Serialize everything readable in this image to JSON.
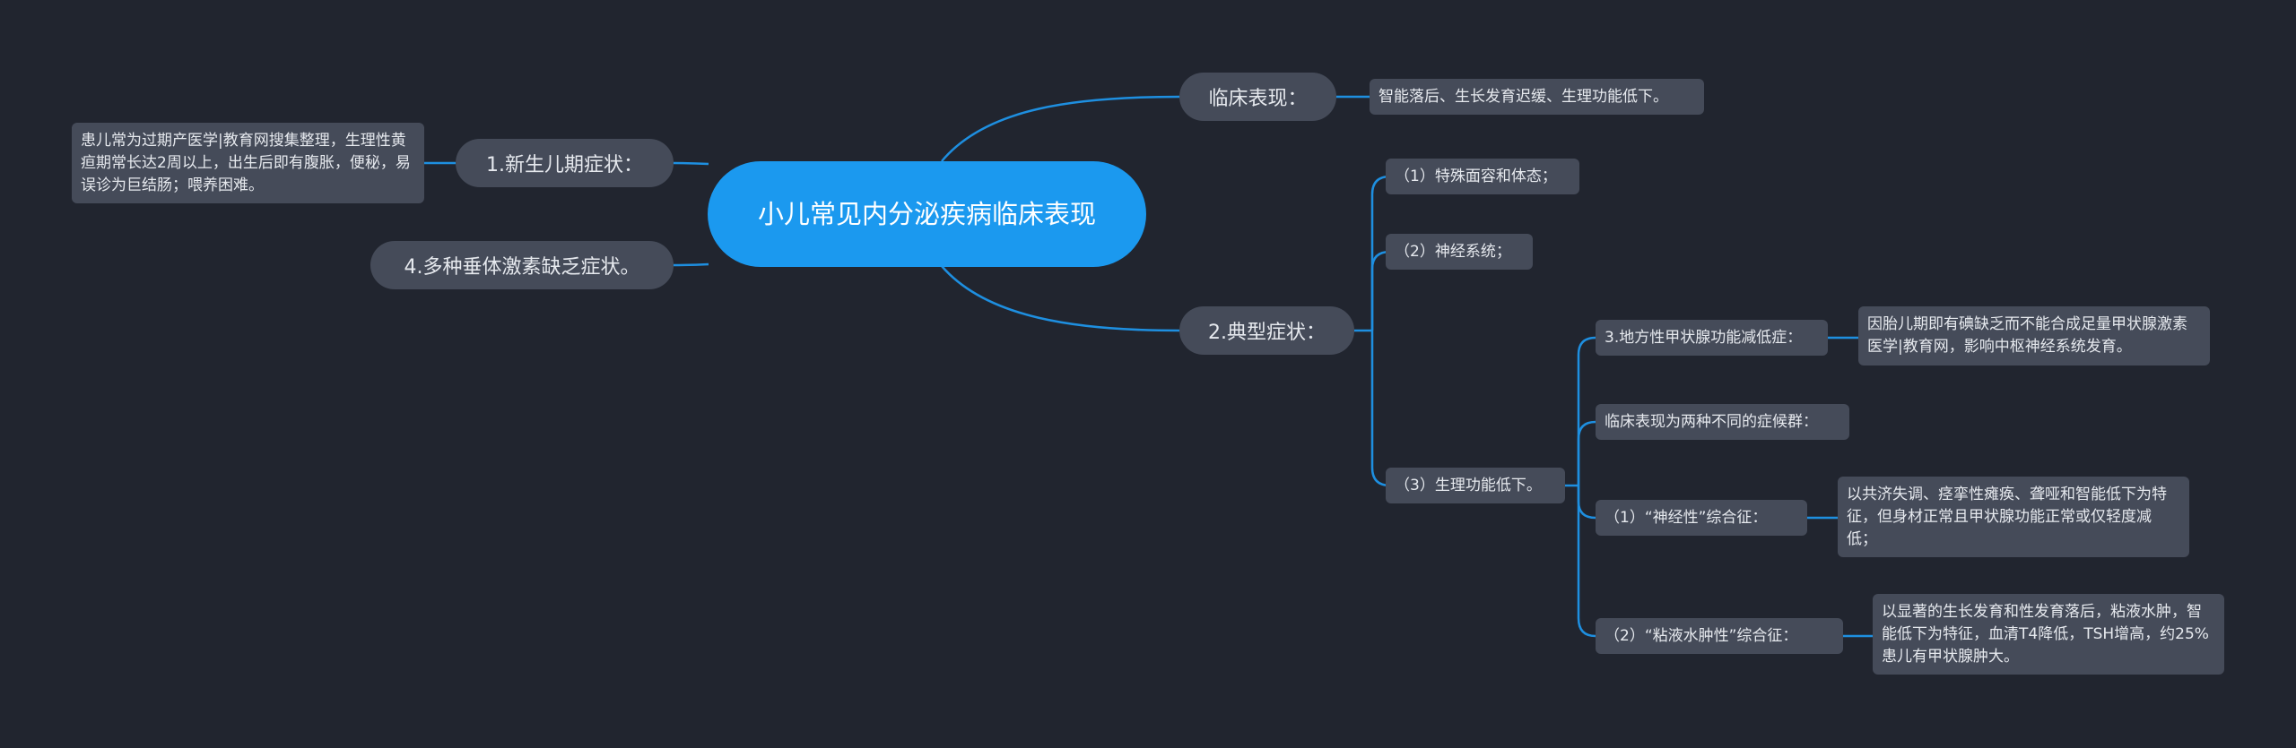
{
  "root": {
    "title": "小儿常见内分泌疾病临床表现"
  },
  "branches": {
    "clinical": {
      "label": "临床表现：",
      "detail": "智能落后、生长发育迟缓、生理功能低下。"
    },
    "newborn": {
      "label": "1.新生儿期症状：",
      "detail": "患儿常为过期产医学|教育网搜集整理，生理性黄疸期常长达2周以上，出生后即有腹胀，便秘，易误诊为巨结肠；喂养困难。"
    },
    "pituitary": {
      "label": "4.多种垂体激素缺乏症状。"
    },
    "typical": {
      "label": "2.典型症状：",
      "face": "（1）特殊面容和体态；",
      "nervous": "（2）神经系统；",
      "physio": "（3）生理功能低下。",
      "endemic": {
        "label": "3.地方性甲状腺功能减低症：",
        "detail": "因胎儿期即有碘缺乏而不能合成足量甲状腺激素医学|教育网，影响中枢神经系统发育。"
      },
      "two_types": "临床表现为两种不同的症候群：",
      "neuro_type": {
        "label": "（1）“神经性”综合征：",
        "detail": "以共济失调、痉挛性瘫痪、聋哑和智能低下为特征，但身材正常且甲状腺功能正常或仅轻度减低；"
      },
      "myxedema_type": {
        "label": "（2）“粘液水肿性”综合征：",
        "detail": "以显著的生长发育和性发育落后，粘液水肿，智能低下为特征，血清T4降低，TSH增高，约25%患儿有甲状腺肿大。"
      }
    }
  },
  "colors": {
    "background": "#21252f",
    "root": "#1b99ef",
    "node": "#454b59",
    "line": "#1e8fe0"
  }
}
